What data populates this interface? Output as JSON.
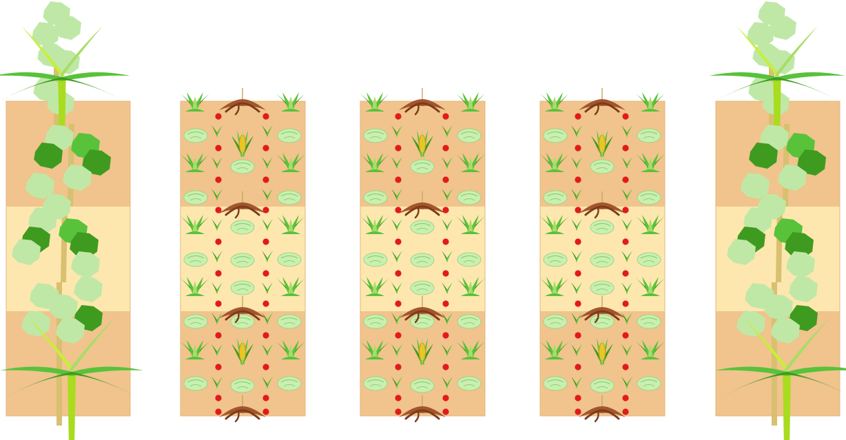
{
  "diagram": {
    "kind": "intercropping-layout",
    "soil_colors": {
      "dark": "#f0c48c",
      "light": "#fde7ae",
      "edge": "#e3b57c"
    },
    "plant_colors": {
      "leaf_dark": "#3e9b1f",
      "leaf_mid": "#58c23a",
      "leaf_light": "#a9dc6a",
      "leaf_pale": "#bfe8a6",
      "stem": "#d8c070",
      "cassava_root": "#a2552c",
      "radish_red": "#e11b1b",
      "corn_yellow": "#f4c21b",
      "cabbage": "#c9f0b0"
    },
    "strips": [
      {
        "id": "strip-left",
        "type": "border-tree-strip",
        "trees": [
          "tall-papaya-like-tree",
          "leafy-tree",
          "banana-plant"
        ]
      },
      {
        "id": "strip-2",
        "type": "crop-bed",
        "crops": [
          "shallot",
          "cassava",
          "corn",
          "cabbage",
          "tomato",
          "seedling"
        ]
      },
      {
        "id": "strip-3",
        "type": "crop-bed",
        "crops": [
          "shallot",
          "cassava",
          "corn",
          "cabbage",
          "tomato",
          "seedling"
        ]
      },
      {
        "id": "strip-4",
        "type": "crop-bed",
        "crops": [
          "shallot",
          "cassava",
          "corn",
          "cabbage",
          "tomato",
          "seedling"
        ]
      },
      {
        "id": "strip-right",
        "type": "border-tree-strip",
        "trees": [
          "tall-papaya-like-tree",
          "leafy-tree",
          "banana-plant"
        ]
      }
    ],
    "icons": {
      "shallot": "shallot-icon",
      "cassava": "cassava-icon",
      "corn": "corn-icon",
      "cabbage": "cabbage-icon",
      "tomato": "tomato-icon",
      "seedling": "seedling-icon",
      "tree": "tree-icon",
      "banana": "banana-plant-icon"
    }
  }
}
